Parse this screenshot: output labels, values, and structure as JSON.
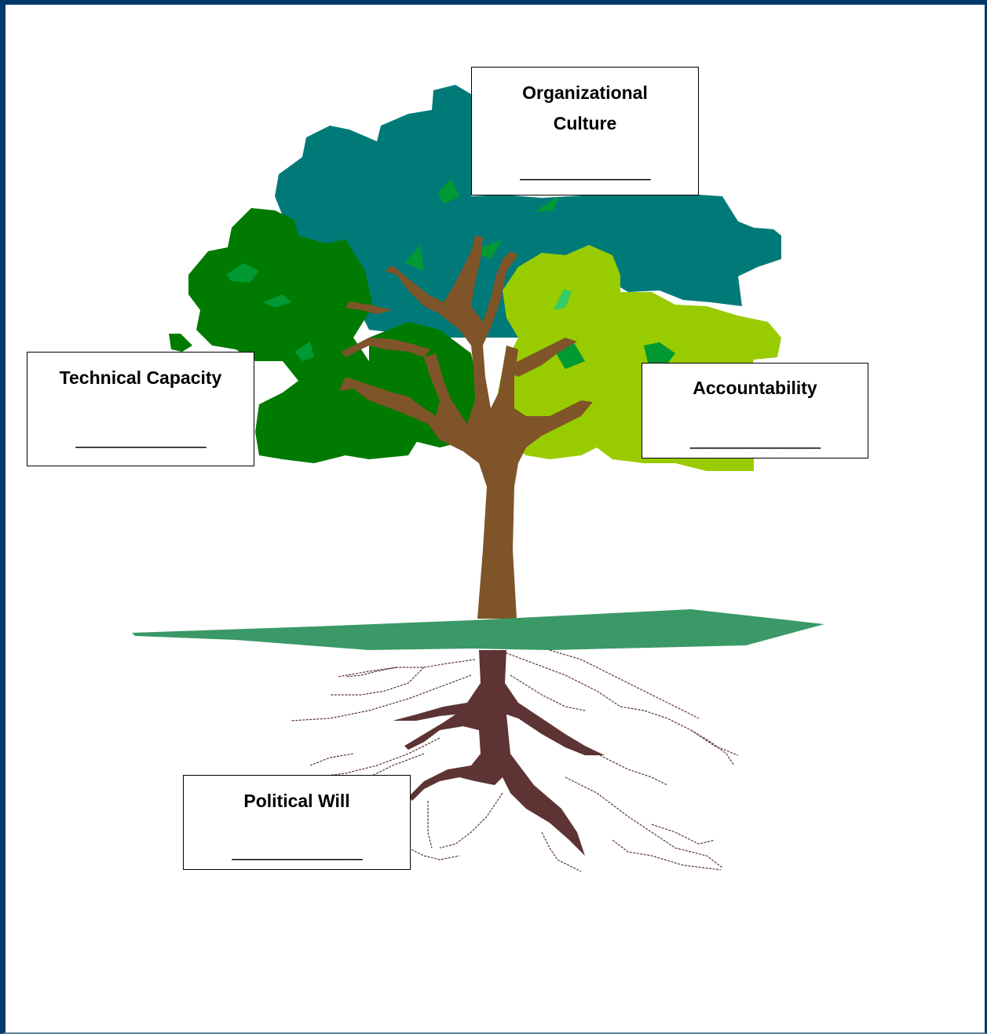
{
  "colors": {
    "border": "#003a6b",
    "canopy_teal": "#007a78",
    "canopy_dark_green": "#007a00",
    "canopy_light_green": "#99cc00",
    "canopy_mid_green": "#009933",
    "leaf_accent": "#33cc66",
    "trunk": "#7f5429",
    "ground": "#3a9966",
    "roots": "#5e3333"
  },
  "labels": {
    "organizational_culture": {
      "title_line1": "Organizational",
      "title_line2": "Culture",
      "blank": "______________"
    },
    "technical_capacity": {
      "title": "Technical Capacity",
      "blank": "______________"
    },
    "accountability": {
      "title": "Accountability",
      "blank": "______________"
    },
    "political_will": {
      "title": "Political Will",
      "blank": "______________"
    }
  }
}
